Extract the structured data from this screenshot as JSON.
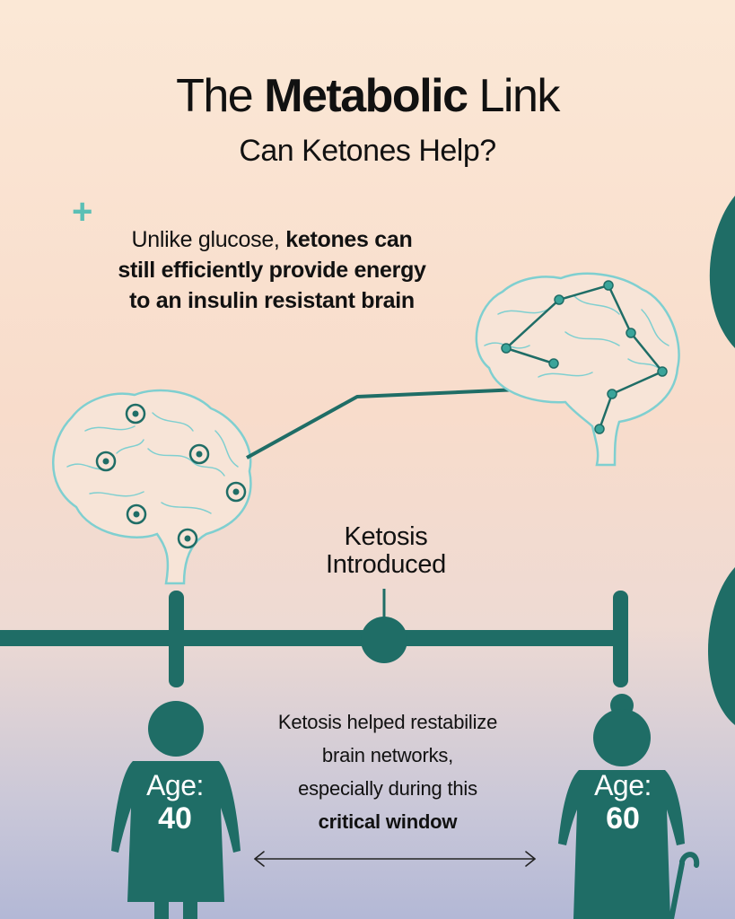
{
  "title": {
    "prefix": "The",
    "bold": "Metabolic",
    "suffix": "Link"
  },
  "subtitle": "Can Ketones Help?",
  "claim": {
    "line1_light": "Unlike glucose,",
    "line1_bold": "ketones can",
    "line2_bold": "still efficiently provide energy",
    "line3_bold": "to an insulin resistant brain"
  },
  "timeline": {
    "midpoint_label_line1": "Ketosis",
    "midpoint_label_line2": "Introduced"
  },
  "note": {
    "line1": "Ketosis helped restabilize",
    "line2": "brain networks,",
    "line3": "especially during this",
    "line4_bold": "critical window"
  },
  "people": [
    {
      "label": "Age:",
      "value": "40"
    },
    {
      "label": "Age:",
      "value": "60"
    }
  ],
  "colors": {
    "teal": "#1f6d66",
    "accent": "#5bbfb5",
    "brain_fill": "#f7e4d7",
    "brain_outline": "#7fcfd0"
  },
  "icons": [
    "plus-icon",
    "brain-icon",
    "person-icon",
    "double-arrow-icon"
  ]
}
